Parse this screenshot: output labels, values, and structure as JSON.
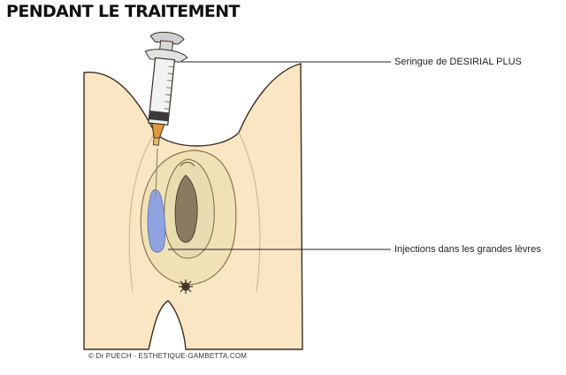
{
  "title": "PENDANT LE TRAITEMENT",
  "labels": {
    "syringe": "Seringue de DESIRIAL PLUS",
    "injections": "Injections dans les grandes lèvres"
  },
  "credit": "© Dr PUECH - ESTHETIQUE-GAMBETTA.COM",
  "colors": {
    "skin": "#fbe6c4",
    "labia": "#f1e2b6",
    "inner": "#e8ddb0",
    "cavity": "#8a7a62",
    "gel": "#8fa3e0",
    "syringe_plunger": "#c9c9c9",
    "syringe_tip": "#e09a3a",
    "outline": "#3a2e22"
  },
  "icons": [
    "syringe-icon"
  ]
}
